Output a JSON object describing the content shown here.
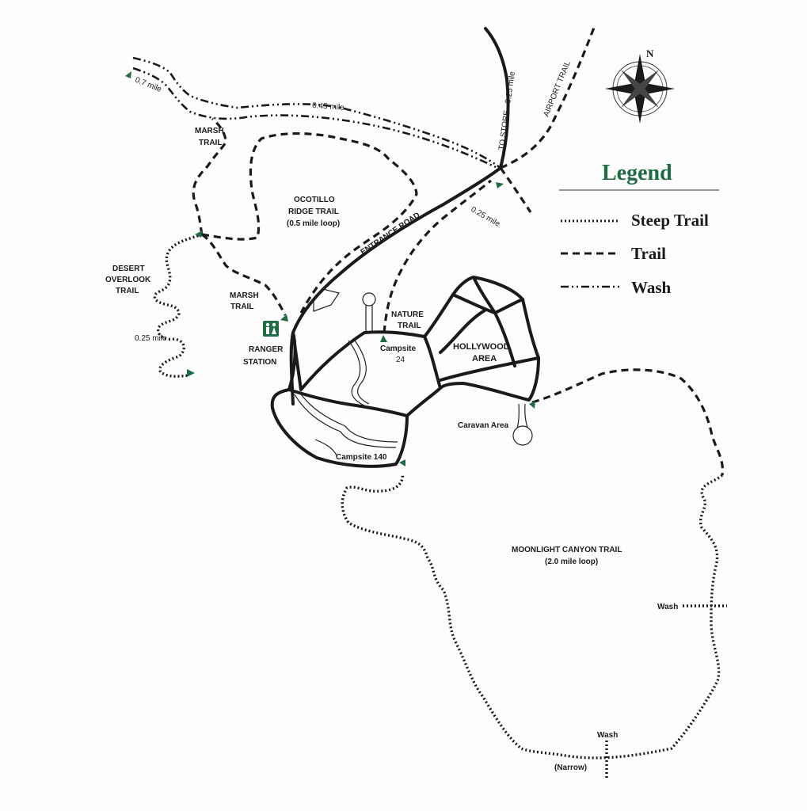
{
  "legend": {
    "title": "Legend",
    "steep_trail": "Steep Trail",
    "trail": "Trail",
    "wash": "Wash"
  },
  "compass": {
    "north": "N"
  },
  "labels": {
    "mile_07": "0.7 mile",
    "mile_045": "0.45 mile",
    "marsh_trail_top_1": "MARSH",
    "marsh_trail_top_2": "TRAIL",
    "ocotillo_1": "OCOTILLO",
    "ocotillo_2": "RIDGE TRAIL",
    "ocotillo_3": "(0.5 mile loop)",
    "entrance_road": "ENTRANCE ROAD",
    "to_store": "TO STORE - 0.25 mile",
    "airport_trail": "AIRPORT TRAIL",
    "mile_025_right": "0.25 mile",
    "desert_overlook_1": "DESERT",
    "desert_overlook_2": "OVERLOOK",
    "desert_overlook_3": "TRAIL",
    "marsh_trail_low_1": "MARSH",
    "marsh_trail_low_2": "TRAIL",
    "mile_025_left": "0.25 mile",
    "ranger_1": "RANGER",
    "ranger_2": "STATION",
    "nature_1": "NATURE",
    "nature_2": "TRAIL",
    "campsite_24_1": "Campsite",
    "campsite_24_2": "24",
    "hollywood_1": "HOLLYWOOD",
    "hollywood_2": "AREA",
    "caravan": "Caravan Area",
    "campsite_140": "Campsite 140",
    "moonlight_1": "MOONLIGHT CANYON TRAIL",
    "moonlight_2": "(2.0 mile loop)",
    "wash_right": "Wash",
    "wash_bottom": "Wash",
    "narrow": "(Narrow)"
  },
  "colors": {
    "legend_title": "#1f6b43",
    "trailhead_marker": "#1f6b43",
    "route_ink": "#1a1a1a",
    "ranger_icon": "#1f6b43"
  },
  "icons": {
    "ranger_station": "restroom-icon",
    "trailhead": "trailhead-marker-icon",
    "compass": "compass-rose-icon"
  }
}
